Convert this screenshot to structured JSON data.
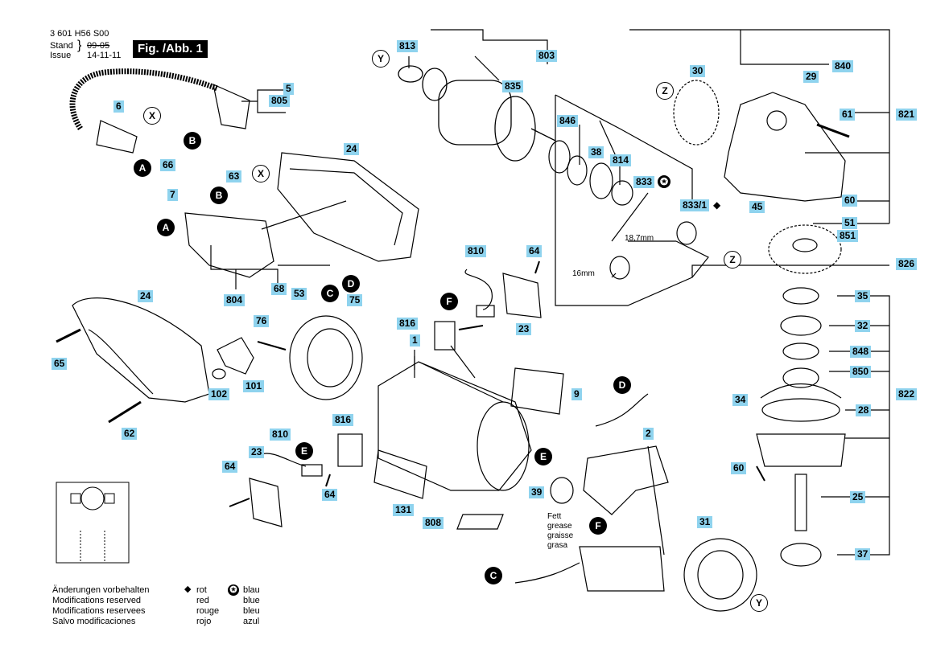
{
  "header": {
    "doc_number": "3 601 H56 S00",
    "stand_label": "Stand",
    "issue_label": "Issue",
    "stand_date": "09-05",
    "issue_date": "14-11-11",
    "figure": "Fig. /Abb. 1"
  },
  "part_labels": [
    "813",
    "803",
    "835",
    "30",
    "840",
    "29",
    "5",
    "805",
    "6",
    "24",
    "846",
    "38",
    "814",
    "833",
    "61",
    "821",
    "66",
    "63",
    "7",
    "833/1",
    "45",
    "60",
    "51",
    "851",
    "810",
    "64",
    "826",
    "804",
    "68",
    "53",
    "816",
    "23",
    "35",
    "32",
    "24",
    "75",
    "76",
    "1",
    "848",
    "850",
    "822",
    "65",
    "102",
    "101",
    "62",
    "9",
    "34",
    "28",
    "810",
    "816",
    "2",
    "23",
    "60",
    "64",
    "64",
    "25",
    "39",
    "131",
    "808",
    "31",
    "37"
  ],
  "callouts": [
    "X",
    "B",
    "A",
    "B",
    "X",
    "A",
    "Y",
    "Z",
    "Z",
    "C",
    "D",
    "F",
    "D",
    "E",
    "E",
    "F",
    "C",
    "Y"
  ],
  "dimensions": {
    "d1": "18,7mm",
    "d2": "16mm"
  },
  "grease": [
    "Fett",
    "grease",
    "graisse",
    "grasa"
  ],
  "notice": [
    "Änderungen vorbehalten",
    "Modifications reserved",
    "Modifications reservees",
    "Salvo modificaciones"
  ],
  "legend": {
    "diamond_symbol": "◆",
    "star_symbol": "✪",
    "red": [
      "rot",
      "red",
      "rouge",
      "rojo"
    ],
    "blue": [
      "blau",
      "blue",
      "bleu",
      "azul"
    ]
  },
  "colors": {
    "label_bg": "#8fd3ee",
    "line": "#000000"
  }
}
